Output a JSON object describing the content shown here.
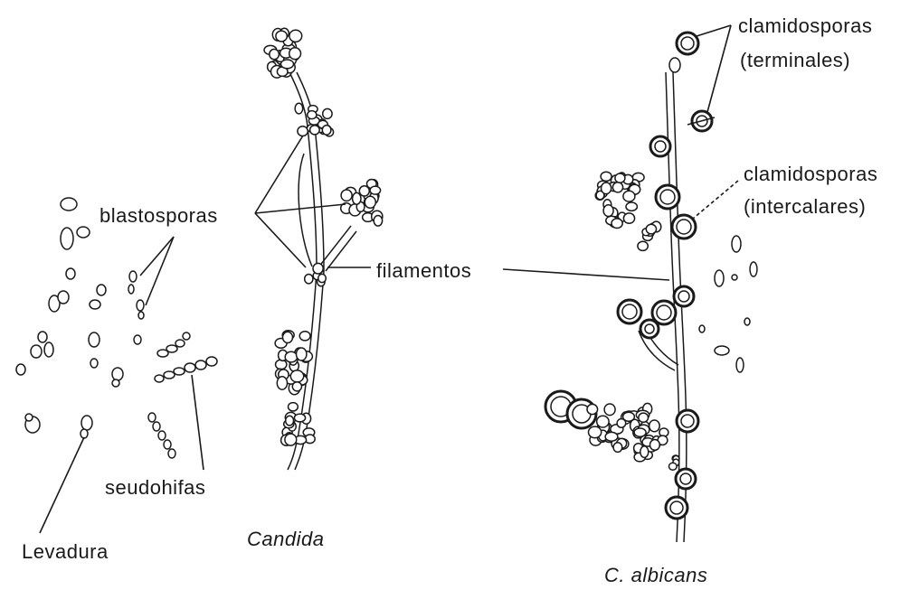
{
  "labels": {
    "blastosporas": "blastosporas",
    "seudohifas": "seudohifas",
    "levadura": "Levadura",
    "candida": "Candida",
    "filamentos": "filamentos",
    "clamidosporas_terminales_1": "clamidosporas",
    "clamidosporas_terminales_2": "(terminales)",
    "clamidosporas_intercalares_1": "clamidosporas",
    "clamidosporas_intercalares_2": "(intercalares)",
    "c_albicans": "C. albicans"
  }
}
